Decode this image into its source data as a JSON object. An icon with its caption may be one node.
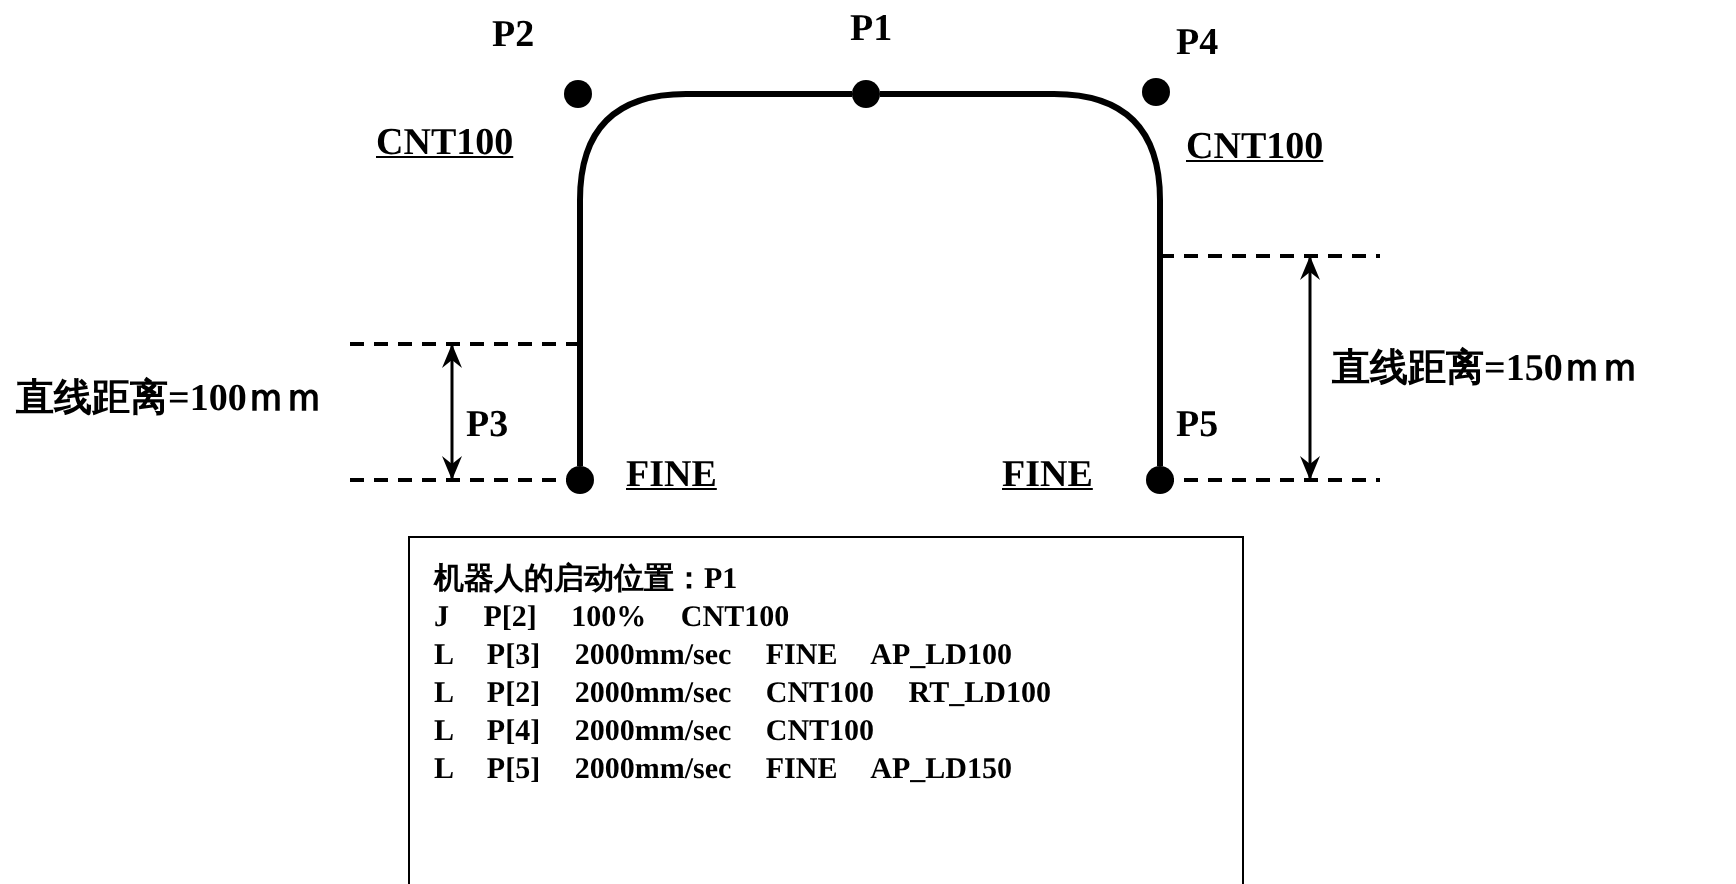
{
  "diagram": {
    "nodes": [
      {
        "text": [],
        "shape": "circle",
        "beside": [
          "P2",
          "CNT100"
        ]
      },
      {
        "text": [],
        "shape": "circle",
        "beside": [
          "P1"
        ]
      },
      {
        "text": [],
        "shape": "circle",
        "beside": [
          "P4",
          "CNT100"
        ]
      },
      {
        "text": [],
        "shape": "circle",
        "beside": [
          "P3",
          "FINE"
        ]
      },
      {
        "text": [],
        "shape": "circle",
        "beside": [
          "P5",
          "FINE"
        ]
      },
      {
        "text": [
          "机器人的启动位置：P1",
          "J P[2] 100% CNT100",
          "L P[3] 2000mm/sec FINE AP_LD100",
          "L P[2] 2000mm/sec CNT100 RT_LD100",
          "L P[4] 2000mm/sec CNT100",
          "L P[5] 2000mm/sec FINE AP_LD150"
        ]
      }
    ],
    "edges": [
      {
        "from": 3,
        "to": 1,
        "arrow": "none"
      },
      {
        "from": 1,
        "to": 4,
        "arrow": "none"
      }
    ],
    "labels": [
      "直线距离=100ｍｍ",
      "直线距离=150ｍｍ"
    ]
  }
}
